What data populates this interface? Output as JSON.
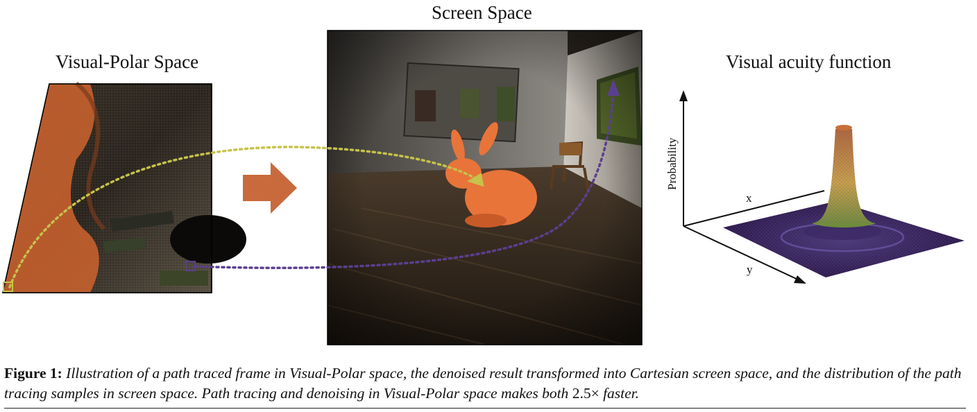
{
  "panels": {
    "polar_title": "Visual-Polar Space",
    "screen_title": "Screen Space",
    "acuity_title": "Visual acuity function"
  },
  "plot": {
    "y_axis_label": "Probability",
    "x_label": "x",
    "depth_label": "y"
  },
  "caption": {
    "label": "Figure 1:",
    "text_part1": "Illustration of a path traced frame in Visual-Polar space, the denoised result transformed into Cartesian screen space, and the distribution of the path tracing samples in screen space. Path tracing and denoising in Visual-Polar space makes both ",
    "factor": "2.5",
    "times": "×",
    "text_part2": " faster."
  },
  "colors": {
    "yellow_path": "#c6c24a",
    "purple_path": "#5b3f8f",
    "arrow": "#c86a3c",
    "bunny": "#e8743a",
    "surface_base": "#3a1e5c",
    "surface_peak": "#f0c870"
  }
}
